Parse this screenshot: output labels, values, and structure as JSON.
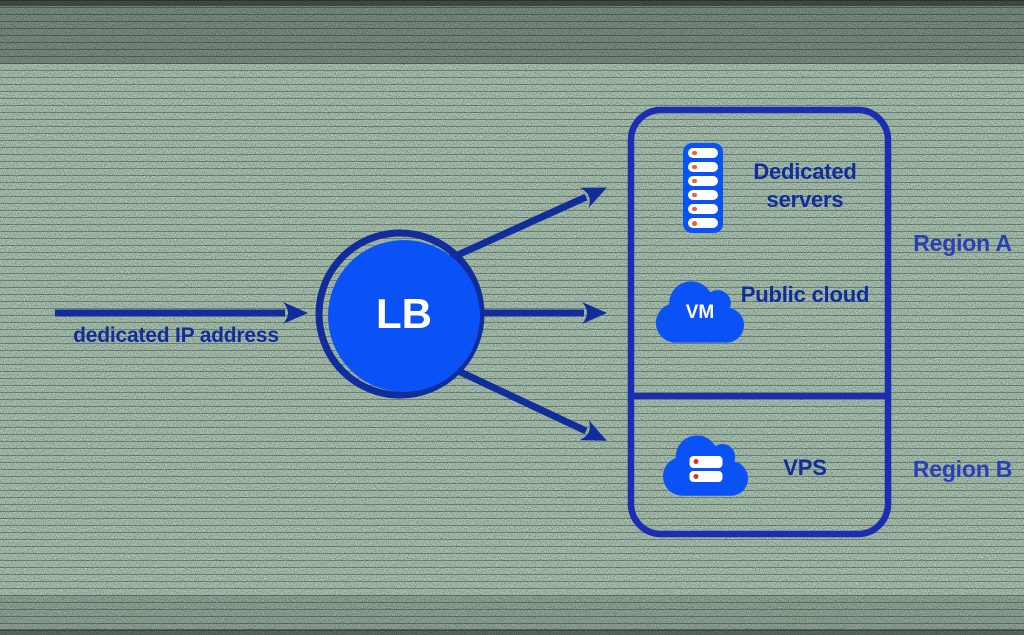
{
  "diagram": {
    "incoming": {
      "label": "dedicated IP address"
    },
    "load_balancer": {
      "label": "LB"
    },
    "destinations": [
      {
        "label": "Dedicated servers",
        "icon": "dedicated-server-rack"
      },
      {
        "label": "Public cloud",
        "icon": "cloud-vm",
        "badge": "VM"
      },
      {
        "label": "VPS",
        "icon": "cloud-server"
      }
    ],
    "regions": [
      {
        "label": "Region A"
      },
      {
        "label": "Region B"
      }
    ],
    "colors": {
      "bright_blue": "#0B52F6",
      "navy": "#112D9C",
      "border_blue": "#1B2DB2",
      "region_blue": "#2C3EB5",
      "dot_orange": "#F0603C",
      "dot_red": "#D63227",
      "white": "#FFFFFF"
    }
  }
}
